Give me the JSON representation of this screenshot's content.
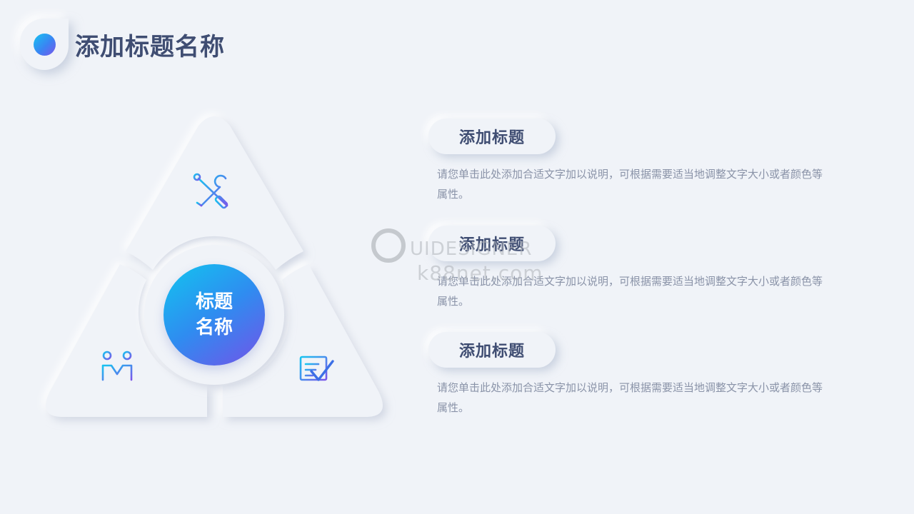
{
  "header": {
    "title": "添加标题名称"
  },
  "diagram": {
    "center_label": "标题名称",
    "icons": [
      "tools-icon",
      "people-icon",
      "checklist-icon"
    ]
  },
  "items": [
    {
      "title": "添加标题",
      "description": "请您单击此处添加合适文字加以说明，可根据需要适当地调整文字大小或者颜色等属性。"
    },
    {
      "title": "添加标题",
      "description": "请您单击此处添加合适文字加以说明，可根据需要适当地调整文字大小或者颜色等属性。"
    },
    {
      "title": "添加标题",
      "description": "请您单击此处添加合适文字加以说明，可根据需要适当地调整文字大小或者颜色等属性。"
    }
  ],
  "watermark": {
    "line1": "UIDESIGNER",
    "line2": "k88net.com"
  },
  "colors": {
    "background": "#f0f3f8",
    "title": "#3f4d72",
    "body_text": "#8a93a8",
    "gradient_start": "#12c5ef",
    "gradient_end": "#7353e8"
  }
}
